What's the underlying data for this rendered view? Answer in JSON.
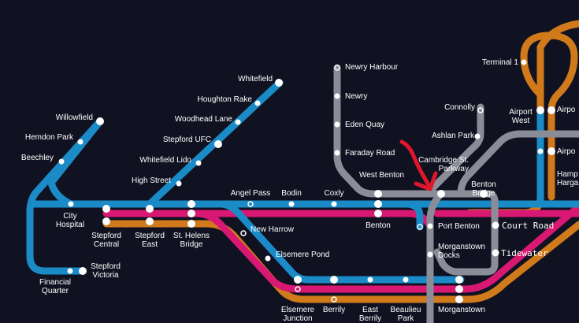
{
  "colors": {
    "background": "#101221",
    "blue_line": "#1b8bc8",
    "pink_line": "#d81872",
    "orange_line": "#d07a1c",
    "gray_line": "#8a8d97",
    "annotation_red": "#e0162b",
    "station": "#ffffff"
  },
  "stations": {
    "whitefield": "Whitefield",
    "houghton_rake": "Houghton Rake",
    "woodhead_lane": "Woodhead Lane",
    "stepford_ufc": "Stepford UFC",
    "whitefield_lido": "Whitefield Lido",
    "high_street": "High Street",
    "willowfield": "Willowfield",
    "hemdon_park": "Hemdon Park",
    "beechley": "Beechley",
    "city_hospital_1": "City",
    "city_hospital_2": "Hospital",
    "financial_quarter_1": "Financial",
    "financial_quarter_2": "Quarter",
    "stepford_victoria_1": "Stepford",
    "stepford_victoria_2": "Victoria",
    "stepford_central_1": "Stepford",
    "stepford_central_2": "Central",
    "stepford_east_1": "Stepford",
    "stepford_east_2": "East",
    "st_helens_bridge_1": "St. Helens",
    "st_helens_bridge_2": "Bridge",
    "angel_pass": "Angel Pass",
    "bodin": "Bodin",
    "coxly": "Coxly",
    "new_harrow": "New Harrow",
    "elsemere_pond": "Elsemere Pond",
    "newry_harbour": "Newry Harbour",
    "newry": "Newry",
    "eden_quay": "Eden Quay",
    "faraday_road": "Faraday Road",
    "west_benton": "West Benton",
    "benton": "Benton",
    "connolly": "Connolly",
    "ashlan_park": "Ashlan Park",
    "cambridge_st_1": "Cambridge St.",
    "cambridge_st_2": "Parkway",
    "benton_bridge_1": "Benton",
    "benton_bridge_2": "Bridge",
    "port_benton": "Port Benton",
    "morganstown_docks_1": "Morganstown",
    "morganstown_docks_2": "Docks",
    "court_road": "Court Road",
    "tidewater": "Tidewater",
    "airport_west_1": "Airport",
    "airport_west_2": "West",
    "airport_1": "Airpo",
    "airport_2": "Airpo",
    "terminal_1": "Terminal 1",
    "hamp_1": "Hamp",
    "hamp_2": "Harga",
    "elsemere_junction_1": "Elsemere",
    "elsemere_junction_2": "Junction",
    "berrily": "Berrily",
    "east_berrily_1": "East",
    "east_berrily_2": "Berrily",
    "beaulieu_park_1": "Beaulieu",
    "beaulieu_park_2": "Park",
    "morganstown": "Morganstown"
  }
}
